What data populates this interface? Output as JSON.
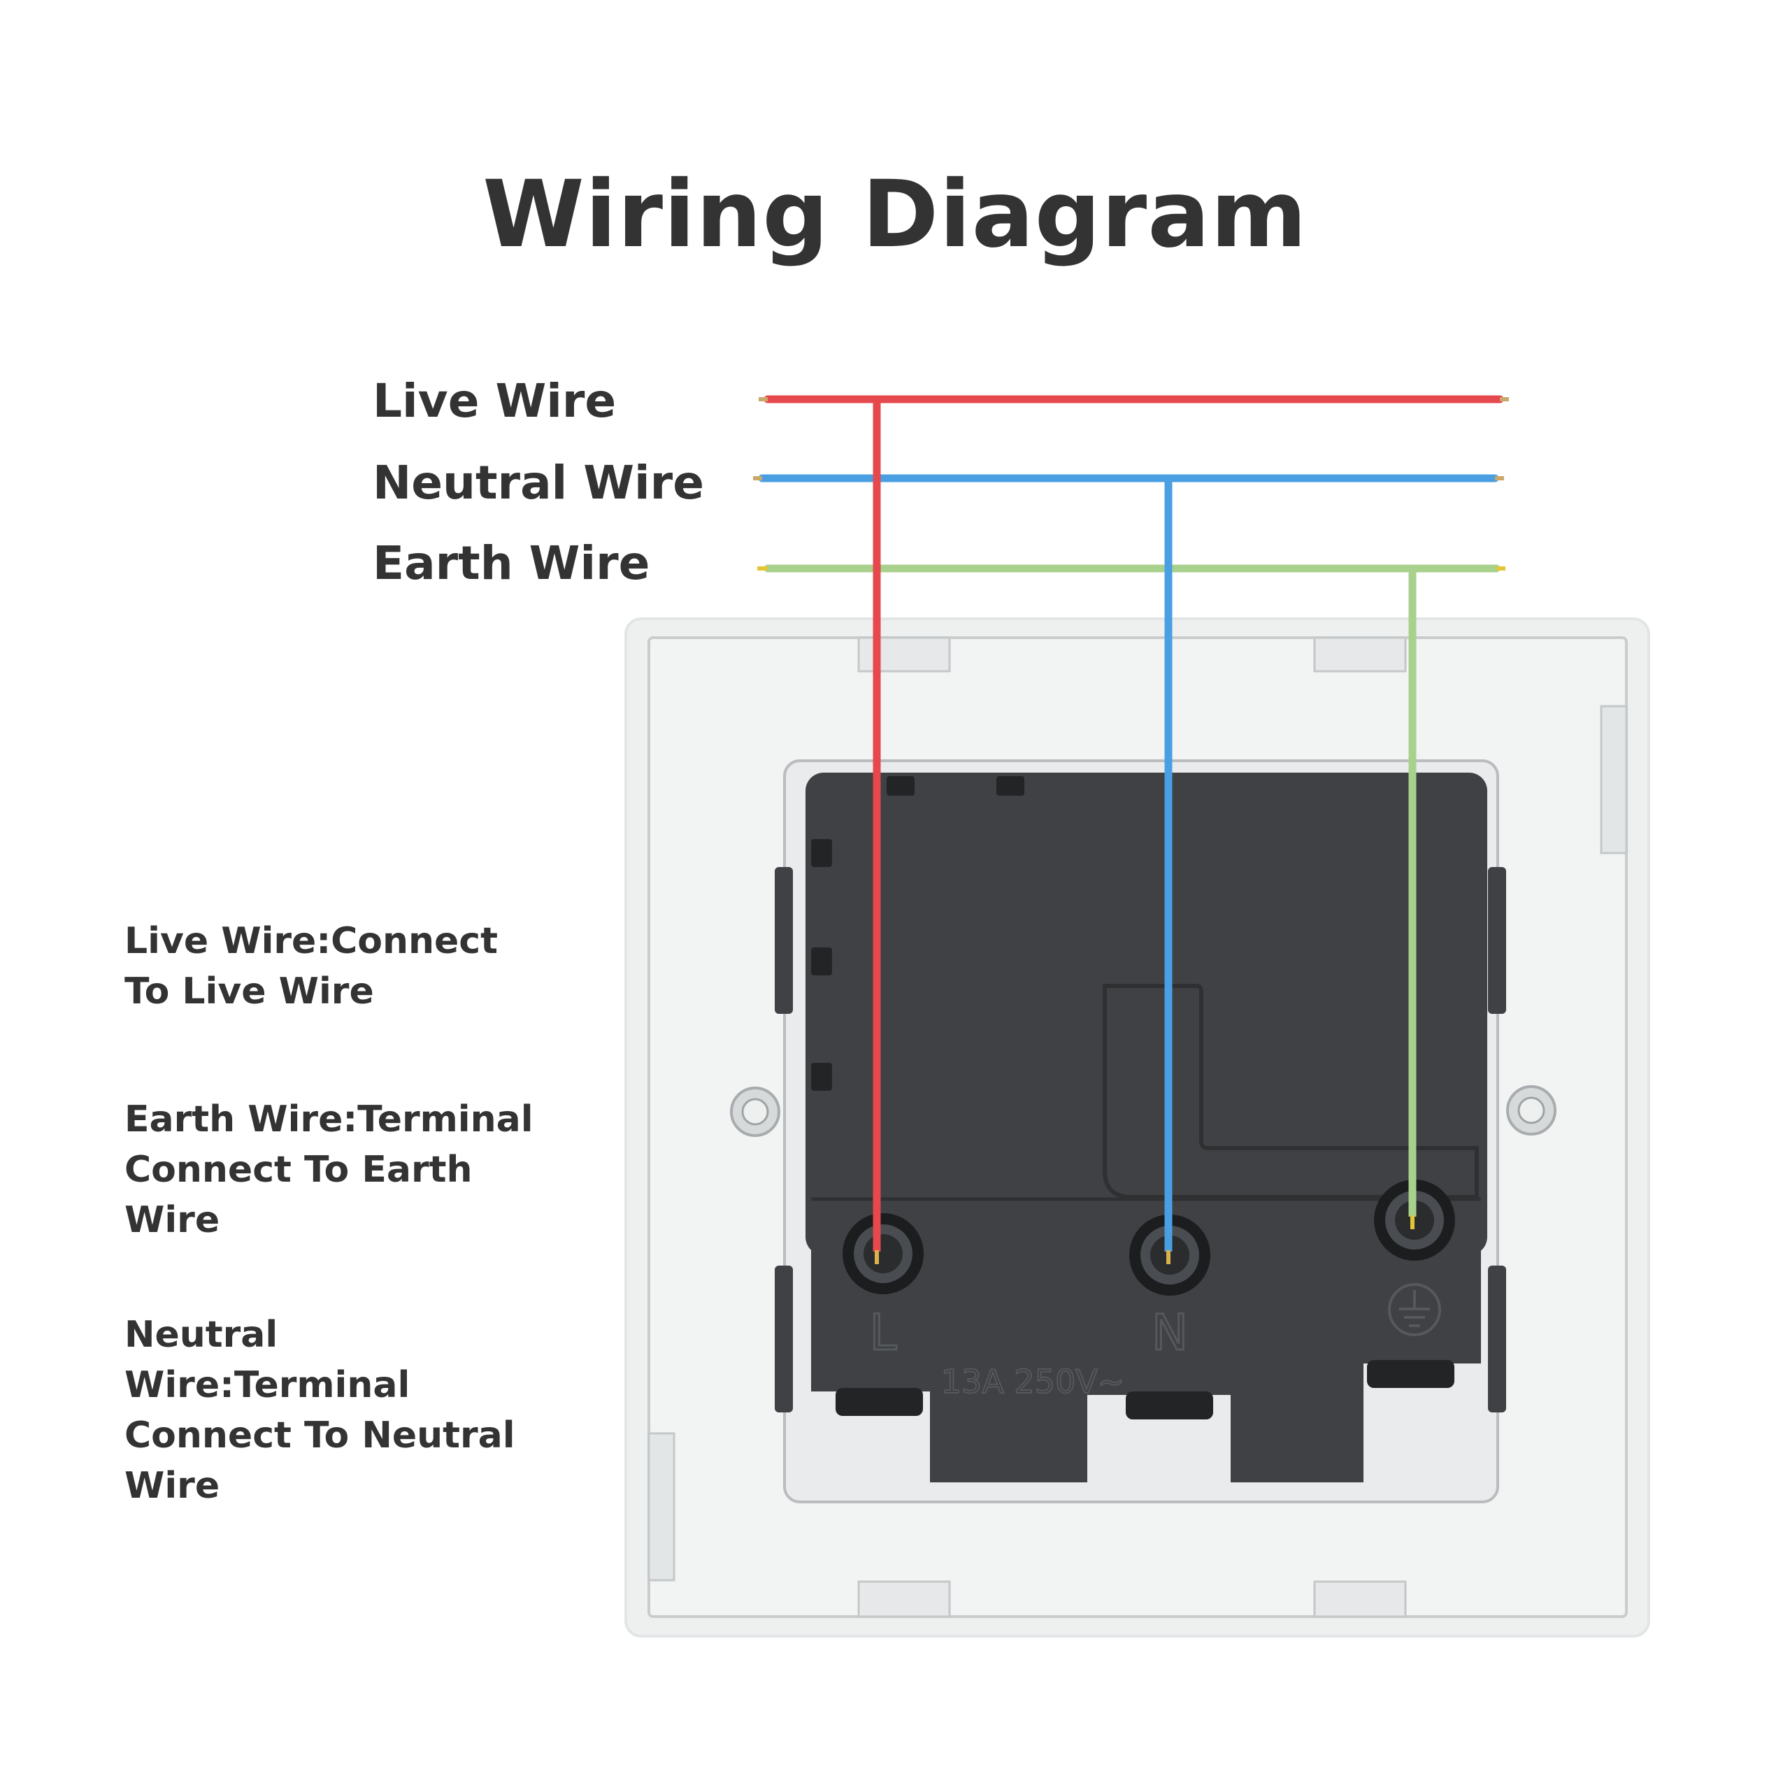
{
  "title": "Wiring Diagram",
  "wires": {
    "live": {
      "label": "Live Wire",
      "color": "#e5484d"
    },
    "neutral": {
      "label": "Neutral Wire",
      "color": "#4a9fe3"
    },
    "earth": {
      "label": "Earth Wire",
      "color": "#a9d18e"
    }
  },
  "notes": [
    {
      "lines": [
        "Live Wire:Connect",
        "To Live Wire"
      ]
    },
    {
      "lines": [
        "Earth Wire:Terminal",
        "Connect To Earth",
        "Wire"
      ]
    },
    {
      "lines": [
        "Neutral Wire:Terminal",
        "Connect To Neutral",
        "Wire"
      ]
    }
  ],
  "socket": {
    "terminal_labels": {
      "live": "L",
      "neutral": "N"
    },
    "rating": "13A  250V~",
    "body_color": "#3f4144",
    "plate_color": "#f2f3f3"
  }
}
